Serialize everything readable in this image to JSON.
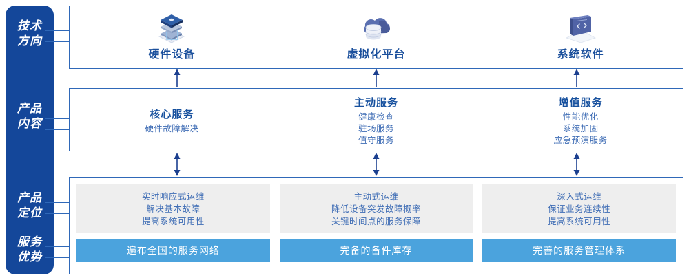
{
  "sidebar": {
    "items": [
      {
        "name": "tech-direction",
        "lines": [
          "技术",
          "方向"
        ]
      },
      {
        "name": "product-content",
        "lines": [
          "产品",
          "内容"
        ]
      },
      {
        "name": "product-positioning",
        "lines": [
          "产品",
          "定位"
        ]
      },
      {
        "name": "service-advantage",
        "lines": [
          "服务",
          "优势"
        ]
      }
    ]
  },
  "tech_row": {
    "columns": [
      {
        "icon": "server-stack-icon",
        "title": "硬件设备"
      },
      {
        "icon": "cloud-database-icon",
        "title": "虚拟化平台"
      },
      {
        "icon": "software-code-icon",
        "title": "系统软件"
      }
    ]
  },
  "product_row": {
    "columns": [
      {
        "title": "核心服务",
        "items": [
          "硬件故障解决"
        ]
      },
      {
        "title": "主动服务",
        "items": [
          "健康检查",
          "驻场服务",
          "值守服务"
        ]
      },
      {
        "title": "增值服务",
        "items": [
          "性能优化",
          "系统加固",
          "应急预演服务"
        ]
      }
    ]
  },
  "bottom_row": {
    "columns": [
      {
        "positioning": [
          "实时响应式运维",
          "解决基本故障",
          "提高系统可用性"
        ],
        "advantage": "遍布全国的服务网络"
      },
      {
        "positioning": [
          "主动式运维",
          "降低设备突发故障概率",
          "关键时间点的服务保障"
        ],
        "advantage": "完备的备件库存"
      },
      {
        "positioning": [
          "深入式运维",
          "保证业务连续性",
          "提高系统可用性"
        ],
        "advantage": "完善的服务管理体系"
      }
    ]
  },
  "arrows": [
    {
      "name": "arrow-up-tech-to-product",
      "direction": "up"
    },
    {
      "name": "arrow-updown-product-to-bottom",
      "direction": "updown"
    }
  ],
  "colors": {
    "rail": "#14479a",
    "panel_border": "#2f68b8",
    "title_blue": "#16509e",
    "body_blue": "#3f6db5",
    "gray_box": "#eeeeee",
    "blue_bar": "#4ba3dd",
    "arrow": "#1b3f8f"
  }
}
